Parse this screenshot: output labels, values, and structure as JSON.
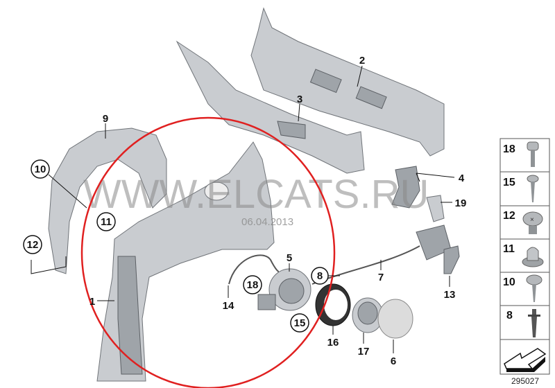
{
  "diagram": {
    "watermark": "WWW.ELCATS.RU",
    "date": "06.04.2013",
    "drawing_number": "295027",
    "highlight_color": "#e02020",
    "callouts": {
      "p1": "1",
      "p2": "2",
      "p3": "3",
      "p4": "4",
      "p5": "5",
      "p6": "6",
      "p7": "7",
      "p8": "8",
      "p9": "9",
      "p10": "10",
      "p11": "11",
      "p12": "12",
      "p13": "13",
      "p14": "14",
      "p15": "15",
      "p16": "16",
      "p17": "17",
      "p18": "18",
      "p19": "19"
    },
    "legend": [
      {
        "number": "18",
        "icon": "cylinder-head-screw-icon"
      },
      {
        "number": "15",
        "icon": "pan-head-screw-icon"
      },
      {
        "number": "12",
        "icon": "expanding-rivet-icon"
      },
      {
        "number": "11",
        "icon": "collar-nut-icon"
      },
      {
        "number": "10",
        "icon": "flange-screw-icon"
      },
      {
        "number": "8",
        "icon": "plastic-expanding-plug-icon"
      },
      {
        "number": "",
        "icon": "arrow-icon"
      }
    ]
  }
}
